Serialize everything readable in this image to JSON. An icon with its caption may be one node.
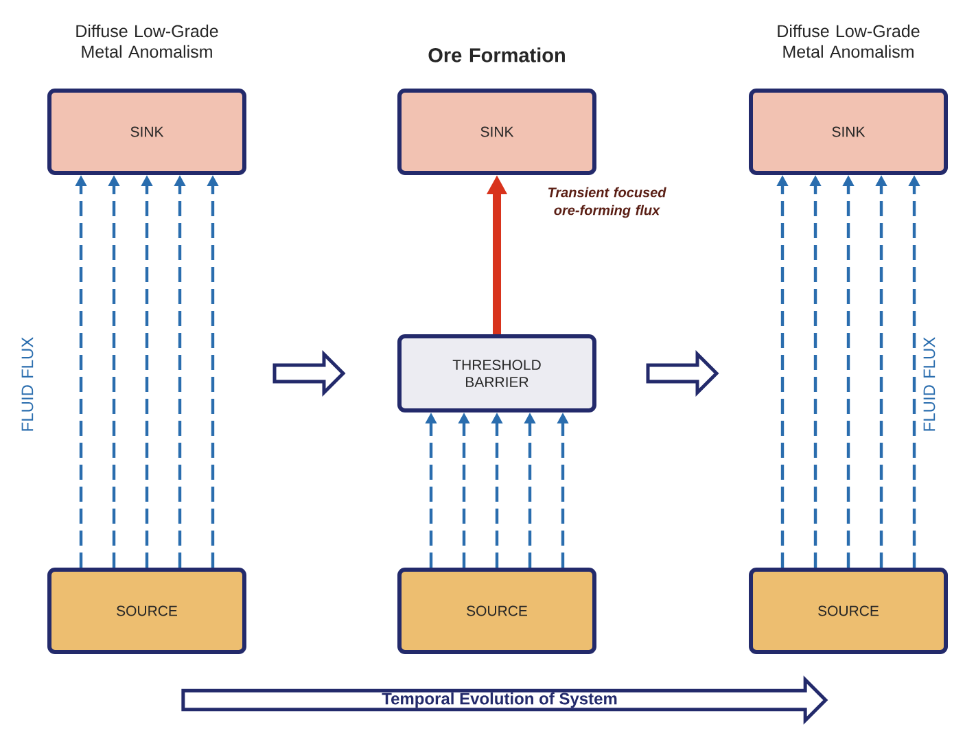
{
  "diagram": {
    "nodes": [
      {
        "text": [
          "SINK"
        ]
      },
      {
        "text": [
          "SOURCE"
        ]
      },
      {
        "text": [
          "SINK"
        ]
      },
      {
        "text": [
          "THRESHOLD BARRIER"
        ]
      },
      {
        "text": [
          "SOURCE"
        ]
      },
      {
        "text": [
          "SINK"
        ]
      },
      {
        "text": [
          "SOURCE"
        ]
      },
      {
        "text": [
          "Temporal Evolution of System"
        ]
      }
    ],
    "edges": [
      {
        "from": 1,
        "to": 0,
        "arrow": "to",
        "style": "dashed"
      },
      {
        "from": 1,
        "to": 0,
        "arrow": "to",
        "style": "dashed"
      },
      {
        "from": 1,
        "to": 0,
        "arrow": "to",
        "style": "dashed"
      },
      {
        "from": 1,
        "to": 0,
        "arrow": "to",
        "style": "dashed"
      },
      {
        "from": 1,
        "to": 0,
        "arrow": "to",
        "style": "dashed"
      },
      {
        "from": 4,
        "to": 3,
        "arrow": "to",
        "style": "dashed"
      },
      {
        "from": 4,
        "to": 3,
        "arrow": "to",
        "style": "dashed"
      },
      {
        "from": 4,
        "to": 3,
        "arrow": "to",
        "style": "dashed"
      },
      {
        "from": 4,
        "to": 3,
        "arrow": "to",
        "style": "dashed"
      },
      {
        "from": 4,
        "to": 3,
        "arrow": "to",
        "style": "dashed"
      },
      {
        "from": 3,
        "to": 2,
        "arrow": "to",
        "style": "thick",
        "color": "#d8331c",
        "label": "Transient focused ore-forming flux"
      },
      {
        "from": 6,
        "to": 5,
        "arrow": "to",
        "style": "dashed"
      },
      {
        "from": 6,
        "to": 5,
        "arrow": "to",
        "style": "dashed"
      },
      {
        "from": 6,
        "to": 5,
        "arrow": "to",
        "style": "dashed"
      },
      {
        "from": 6,
        "to": 5,
        "arrow": "to",
        "style": "dashed"
      },
      {
        "from": 6,
        "to": 5,
        "arrow": "to",
        "style": "dashed"
      }
    ],
    "labels": [
      "Diffuse Low-Grade Metal Anomalism",
      "Ore Formation",
      "Diffuse Low-Grade Metal Anomalism",
      "FLUID FLUX",
      "FLUID FLUX"
    ]
  }
}
